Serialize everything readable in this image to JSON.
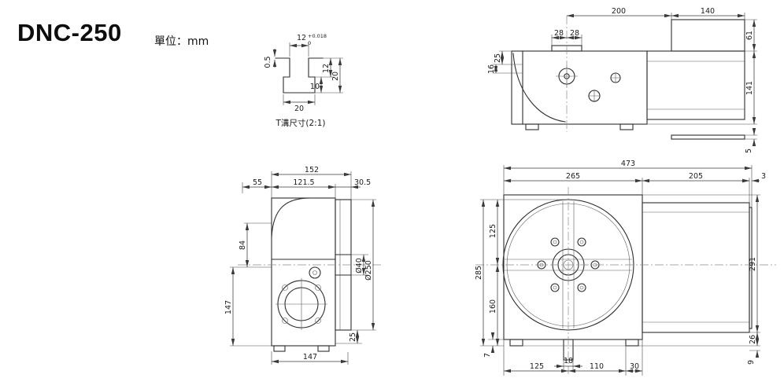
{
  "title": "DNC-250",
  "unit": "單位：mm",
  "views": {
    "tslot": {
      "caption": "T溝尺寸(2:1)",
      "dims": {
        "slot_width": "12",
        "tol_plus": "+0.018",
        "tol_zero": "0",
        "chamfer": "0.5",
        "depth_narrow": "12",
        "depth_total": "20",
        "wide_height": "10",
        "wide_width": "20"
      }
    },
    "top": {
      "dims": {
        "d200": "200",
        "d140": "140",
        "d28a": "28",
        "d28b": "28",
        "d25": "25",
        "d16": "16",
        "d61": "61",
        "d141": "141",
        "d5": "5"
      }
    },
    "side": {
      "dims": {
        "d152": "152",
        "d55": "55",
        "d121_5": "121.5",
        "d30_5": "30.5",
        "d84": "84",
        "d147_left": "147",
        "d147_bottom": "147",
        "d25": "25",
        "dia40": "Ø40",
        "dia250": "Ø250"
      }
    },
    "front": {
      "dims": {
        "d473": "473",
        "d265": "265",
        "d205": "205",
        "d3": "3",
        "d125_left": "125",
        "d285": "285",
        "d160": "160",
        "d291": "291",
        "d26": "26",
        "d9": "9",
        "d7": "7",
        "d125_bottom": "125",
        "d18": "18",
        "d110": "110",
        "d30": "30"
      }
    }
  }
}
